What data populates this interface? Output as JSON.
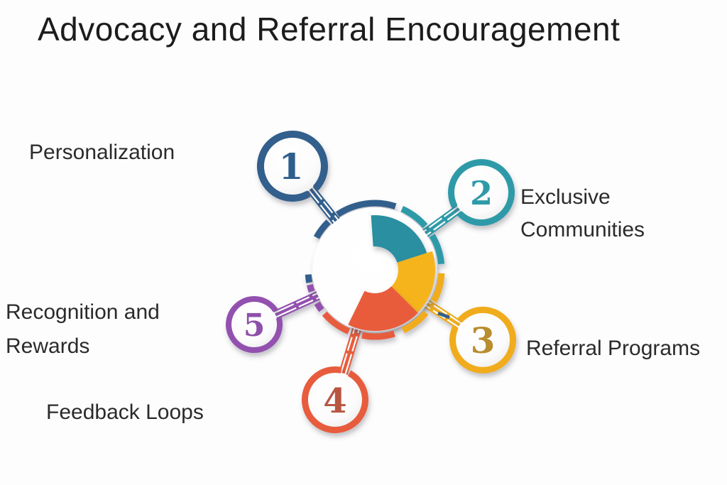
{
  "title": "Advocacy and Referral Encouragement",
  "background_color": "#fdfdfd",
  "nodes": [
    {
      "number": "1",
      "label_lines": [
        "Personalization"
      ],
      "color": "#315E8C",
      "number_color": "#2F5E8C"
    },
    {
      "number": "2",
      "label_lines": [
        "Exclusive",
        "Communities"
      ],
      "color": "#2D9AA8",
      "number_color": "#2D9AA8"
    },
    {
      "number": "3",
      "label_lines": [
        "Referral Programs"
      ],
      "color": "#F0AC1E",
      "number_color": "#B98C2E"
    },
    {
      "number": "4",
      "label_lines": [
        "Feedback Loops"
      ],
      "color": "#E75B3C",
      "number_color": "#B85743"
    },
    {
      "number": "5",
      "label_lines": [
        "Recognition and",
        "Rewards"
      ],
      "color": "#9351AF",
      "number_color": "#8E4FAB"
    }
  ],
  "hub": {
    "wedge_colors": {
      "teal": "#2B8FA0",
      "yellow": "#F6B41D",
      "red": "#E95B3B"
    }
  }
}
